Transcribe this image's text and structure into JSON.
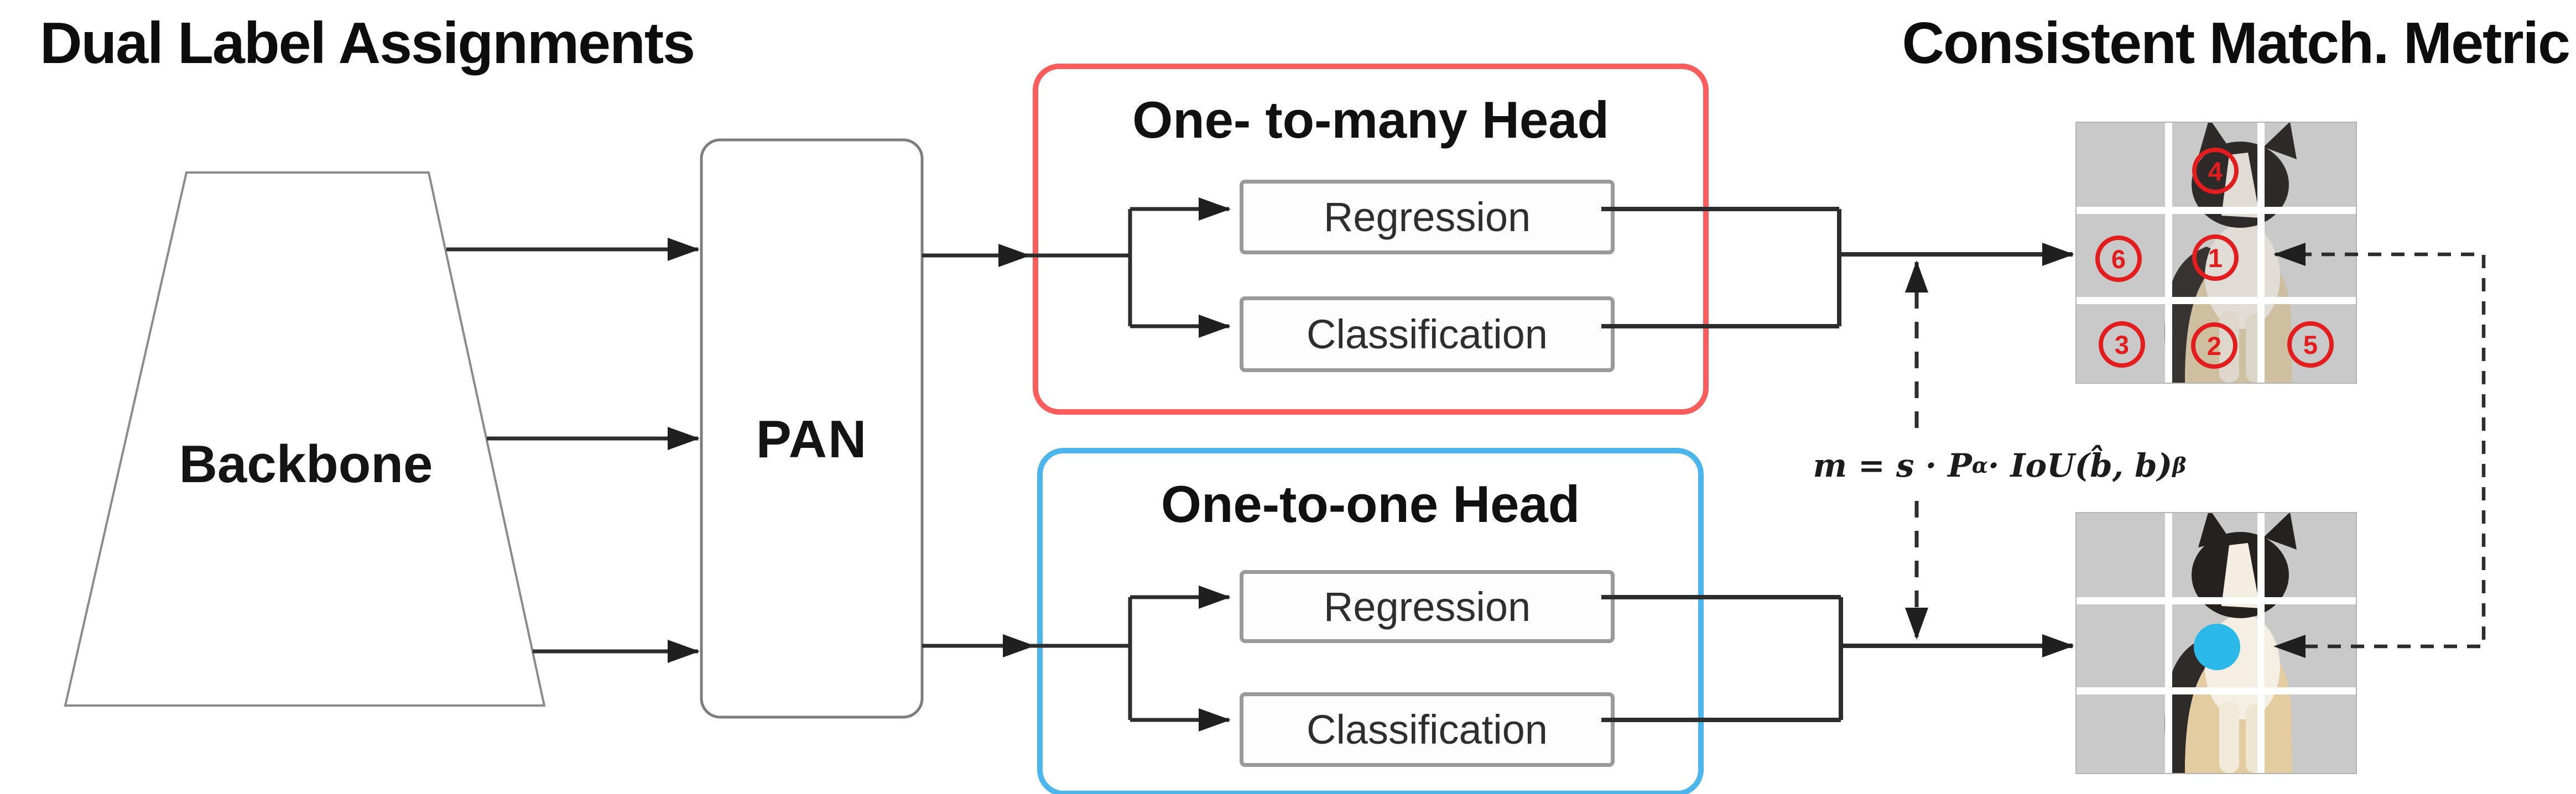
{
  "titles": {
    "left": "Dual Label Assignments",
    "right": "Consistent Match. Metric"
  },
  "backbone": {
    "label": "Backbone"
  },
  "pan": {
    "label": "PAN"
  },
  "heads": {
    "one_to_many": {
      "title": "One- to-many Head",
      "border_color": "#fb5d5d",
      "regression": "Regression",
      "classification": "Classification"
    },
    "one_to_one": {
      "title": "One-to-one Head",
      "border_color": "#4cb6ec",
      "regression": "Regression",
      "classification": "Classification"
    }
  },
  "formula": {
    "part1": "m = s · P",
    "sup1": "α",
    "part2": " · IoU(b̂, b)",
    "sup2": "β"
  },
  "match_top": {
    "badge_color": "#e31d1d",
    "badges": [
      {
        "label": "4",
        "cell": "top-center"
      },
      {
        "label": "6",
        "cell": "middle-left"
      },
      {
        "label": "1",
        "cell": "middle-center"
      },
      {
        "label": "3",
        "cell": "bottom-left"
      },
      {
        "label": "2",
        "cell": "bottom-center"
      },
      {
        "label": "5",
        "cell": "bottom-right"
      }
    ]
  },
  "match_bottom": {
    "dot_color": "#2bb9e9"
  },
  "colors": {
    "ink": "#2d2d2d",
    "shape_border": "#828282",
    "grid_bg": "#c9c9c9"
  }
}
